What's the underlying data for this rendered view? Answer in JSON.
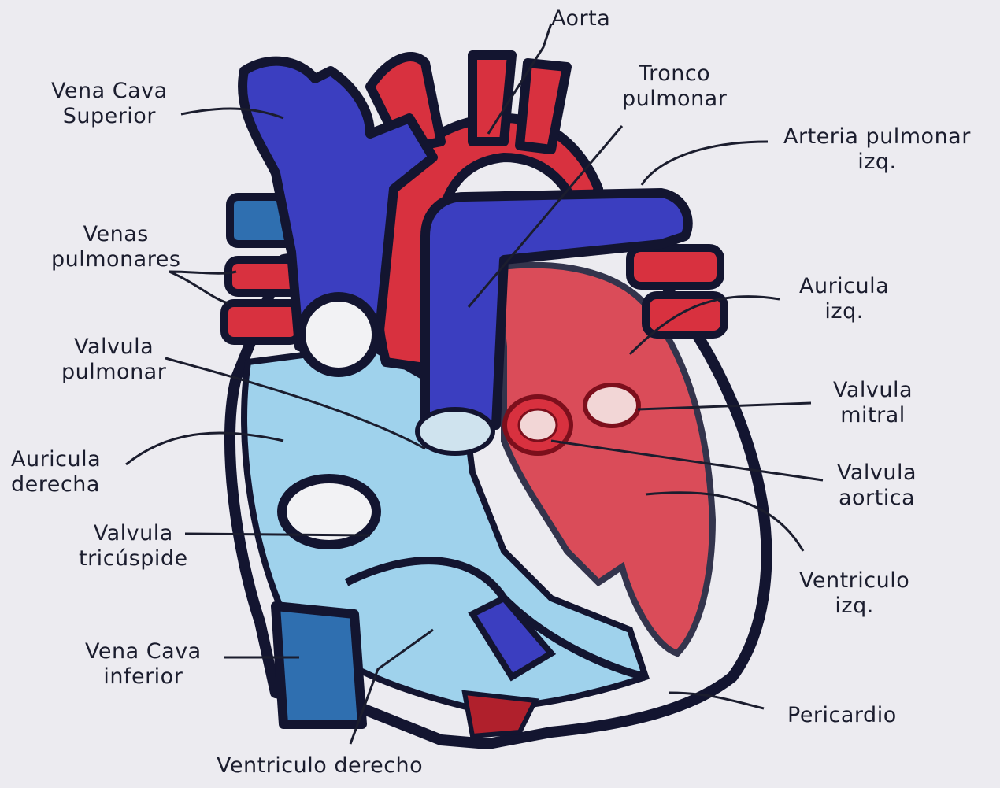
{
  "colors": {
    "background": "#ecebf0",
    "outline": "#131530",
    "deoxygenated_blue": "#3b3ec0",
    "light_blue": "#9fd2ec",
    "teal_blue": "#2f6fb0",
    "oxygenated_red": "#d8313f",
    "light_red": "#de6252"
  },
  "labels": {
    "aorta": "Aorta",
    "tronco_1": "Tronco",
    "tronco_2": "pulmonar",
    "arteria_1": "Arteria pulmonar",
    "arteria_2": "izq.",
    "venacava_sup_1": "Vena Cava",
    "venacava_sup_2": "Superior",
    "venas_1": "Venas",
    "venas_2": "pulmonares",
    "auricula_izq_1": "Auricula",
    "auricula_izq_2": "izq.",
    "valvula_pulm_1": "Valvula",
    "valvula_pulm_2": "pulmonar",
    "valvula_mitral_1": "Valvula",
    "valvula_mitral_2": "mitral",
    "auricula_der_1": "Auricula",
    "auricula_der_2": "derecha",
    "valvula_aortica_1": "Valvula",
    "valvula_aortica_2": "aortica",
    "valvula_tric_1": "Valvula",
    "valvula_tric_2": "tricúspide",
    "ventriculo_izq_1": "Ventriculo",
    "ventriculo_izq_2": "izq.",
    "venacava_inf_1": "Vena Cava",
    "venacava_inf_2": "inferior",
    "pericardio": "Pericardio",
    "ventriculo_der": "Ventriculo derecho"
  }
}
